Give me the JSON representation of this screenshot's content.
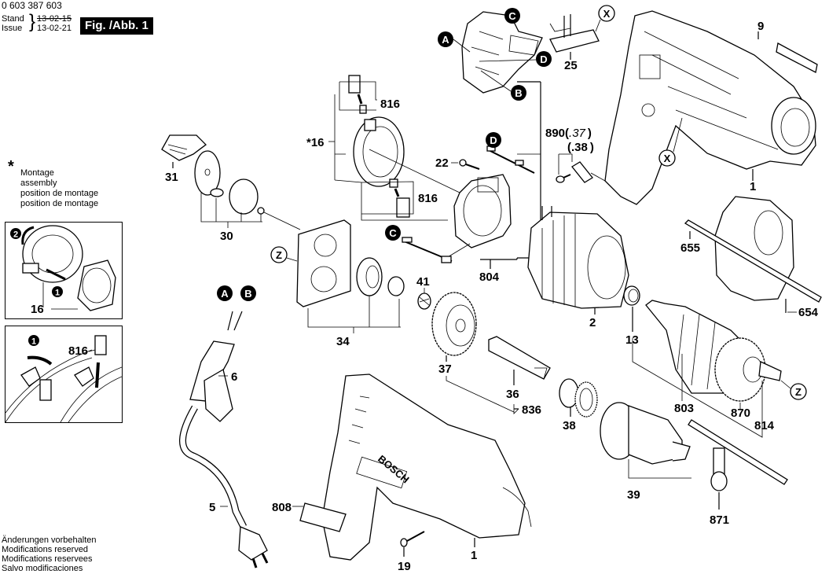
{
  "header": {
    "part_number": "0 603 387 603",
    "stand_label": "Stand",
    "issue_label": "Issue",
    "stand_date_old": "13-02-15",
    "issue_date": "13-02-21",
    "figure_label": "Fig. /Abb. 1"
  },
  "note": {
    "symbol": "*",
    "lines": [
      "Montage",
      "assembly",
      "position de montage",
      "position de montage"
    ]
  },
  "footer": {
    "lines": [
      "Änderungen vorbehalten",
      "Modifications reserved",
      "Modifications reservees",
      "Salvo modificaciones"
    ]
  },
  "insets": {
    "brush_holder": {
      "step_2": "2",
      "step_1": "1",
      "part": "16"
    },
    "brush_replace": {
      "step_1": "1",
      "part": "816"
    }
  },
  "connectors": [
    "A",
    "B",
    "C",
    "D"
  ],
  "ref_markers": [
    "X",
    "Z"
  ],
  "parts": {
    "p1_housing_right": "1",
    "p1_housing_left": "1",
    "p2": "2",
    "p5": "5",
    "p6": "6",
    "p9": "9",
    "p13": "13",
    "p16": "*16",
    "p19": "19",
    "p22": "22",
    "p25": "25",
    "p30": "30",
    "p31": "31",
    "p34": "34",
    "p36": "36",
    "p37": "37",
    "p38": "38",
    "p39": "39",
    "p41": "41",
    "p654": "654",
    "p655": "655",
    "p803": "803",
    "p804": "804",
    "p808": "808",
    "p814": "814",
    "p816_top": "816",
    "p816_bottom": "816",
    "p836": "836",
    "p870": "870",
    "p871": "871",
    "p890": "890(",
    "p890_alt1": ".37",
    "p890_alt2": "(.38",
    "paren_close": ")"
  },
  "brand_text": "BOSCH"
}
